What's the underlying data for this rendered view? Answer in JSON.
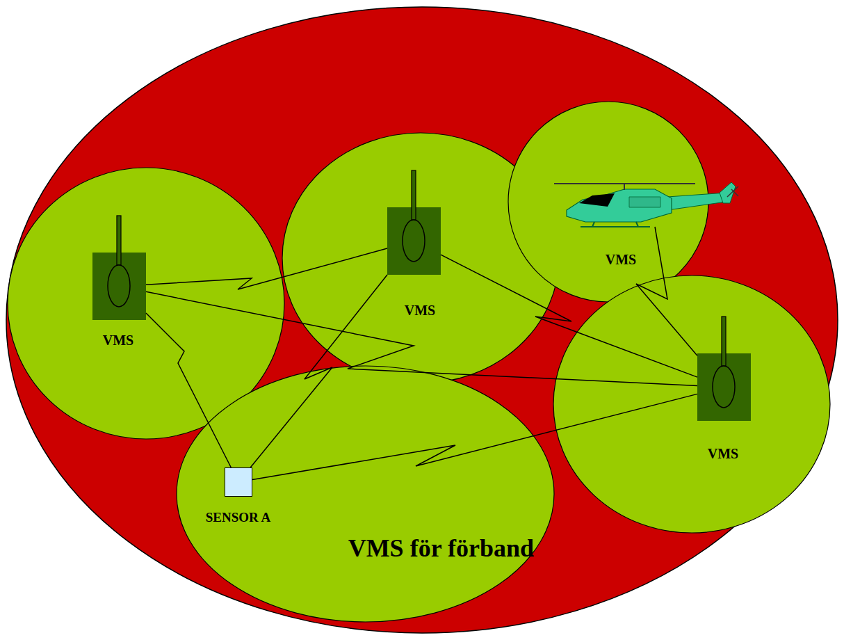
{
  "diagram": {
    "nodes": [
      {
        "text": [
          "VMS"
        ]
      },
      {
        "text": [
          "VMS"
        ]
      },
      {
        "text": [
          "VMS"
        ]
      },
      {
        "text": [
          "VMS"
        ]
      },
      {
        "text": [
          "VMS för förband"
        ]
      },
      {
        "text": [
          "SENSOR A"
        ],
        "in": 4
      }
    ],
    "edges": [
      {
        "from": 0,
        "to": 1,
        "arrow": "none"
      },
      {
        "from": 0,
        "to": 3,
        "arrow": "none"
      },
      {
        "from": 1,
        "to": 3,
        "arrow": "none"
      },
      {
        "from": 2,
        "to": 3,
        "arrow": "none"
      },
      {
        "from": 1,
        "to": 5,
        "arrow": "none"
      },
      {
        "from": 0,
        "to": 5,
        "arrow": "none"
      },
      {
        "from": 5,
        "to": 3,
        "arrow": "none"
      }
    ]
  }
}
